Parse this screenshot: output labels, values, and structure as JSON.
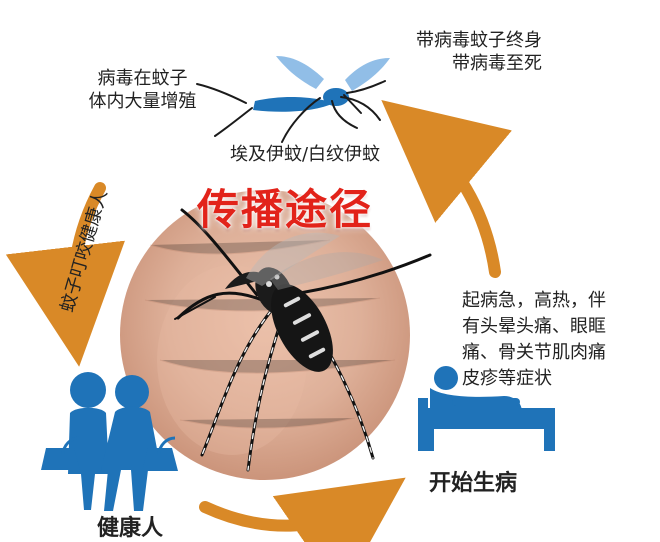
{
  "diagram": {
    "labels": {
      "top_right": "带病毒蚊子终身\n带病毒至死",
      "top_left": "病毒在蚊子\n体内大量增殖",
      "mosquito_type": "埃及伊蚊/白纹伊蚊",
      "side_label": "蚊子叮咬健康人",
      "title": "传播途径",
      "symptoms": "起病急，高热，伴\n有头晕头痛、眼眶\n痛、骨关节肌肉痛\n皮疹等症状",
      "sick": "开始生病",
      "healthy": "健康人"
    },
    "colors": {
      "arrow": "#d98927",
      "people": "#1f73b8",
      "title": "#e2231a",
      "skin": "#dfae96",
      "mosquito": "#1b1b1b"
    },
    "icons": [
      "mosquito-icon",
      "mosquito-photo",
      "healthy-people-icon",
      "sick-person-icon",
      "arrow-icon"
    ]
  }
}
